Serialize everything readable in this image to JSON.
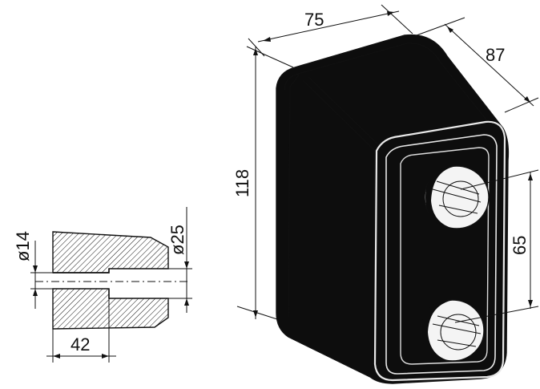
{
  "dimensions": {
    "width_top": "75",
    "depth": "87",
    "height": "118",
    "hole_spacing": "65",
    "hole_small_dia": "ø14",
    "hole_large_dia": "ø25",
    "section_length": "42"
  },
  "colors": {
    "ink": "#111111",
    "block_fill": "#0d0d0d",
    "background": "#ffffff"
  }
}
